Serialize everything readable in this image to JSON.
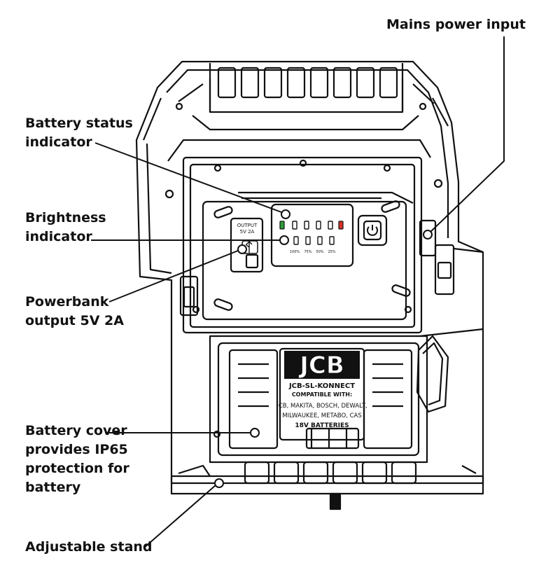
{
  "callouts": {
    "mains_power_input": "Mains power input",
    "battery_status_line1": "Battery status",
    "battery_status_line2": "indicator",
    "brightness_line1": "Brightness",
    "brightness_line2": "indicator",
    "powerbank_line1": "Powerbank",
    "powerbank_line2": "output 5V 2A",
    "battery_cover_line1": "Battery cover",
    "battery_cover_line2": "provides IP65",
    "battery_cover_line3": "protection for",
    "battery_cover_line4": "battery",
    "adjustable_stand": "Adjustable stand"
  },
  "device": {
    "output_label_line1": "OUTPUT",
    "output_label_line2": "5V 2A",
    "brightness_levels": [
      "100%",
      "75%",
      "50%",
      "25%"
    ],
    "brand_logo": "JCB",
    "model": "JCB-SL-KONNECT",
    "compatible_heading": "COMPATIBLE WITH:",
    "compatible_line1": "JCB, MAKITA, BOSCH, DEWALT,",
    "compatible_line2": "MILWAUKEE, METABO, CAS",
    "battery_type": "18V BATTERIES"
  },
  "icons": {
    "power_button": "power-icon",
    "usb_port": "usb-icon"
  }
}
